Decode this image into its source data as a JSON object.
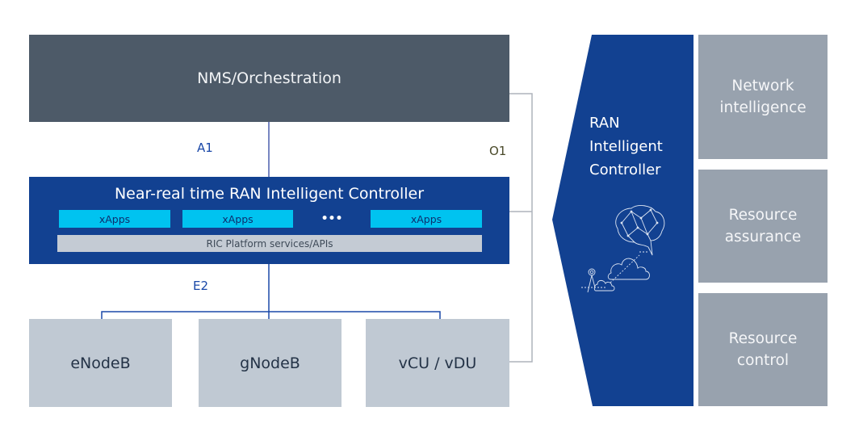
{
  "diagram": {
    "nms": {
      "label": "NMS/Orchestration"
    },
    "interfaces": {
      "a1": "A1",
      "o1": "O1",
      "e2": "E2"
    },
    "near_rt_ric": {
      "title": "Near-real time RAN Intelligent Controller",
      "xapps": [
        "xApps",
        "xApps",
        "xApps"
      ],
      "ellipsis": "•••",
      "platform": "RIC Platform services/APIs"
    },
    "nodes": [
      "eNodeB",
      "gNodeB",
      "vCU / vDU"
    ],
    "ric_panel": {
      "title_lines": [
        "RAN",
        "Intelligent",
        "Controller"
      ],
      "illustration": "brain-cloud-antenna-icon"
    },
    "functions": [
      {
        "lines": [
          "Network",
          "intelligence"
        ]
      },
      {
        "lines": [
          "Resource",
          "assurance"
        ]
      },
      {
        "lines": [
          "Resource",
          "control"
        ]
      }
    ],
    "colors": {
      "nms": "#4d5a68",
      "ric_blue": "#124191",
      "xapp_cyan": "#00c3f0",
      "platform_grey": "#c4cbd4",
      "node_grey": "#c0c9d3",
      "function_grey": "#98a2ae",
      "interface_text": "#1a48a8"
    }
  }
}
